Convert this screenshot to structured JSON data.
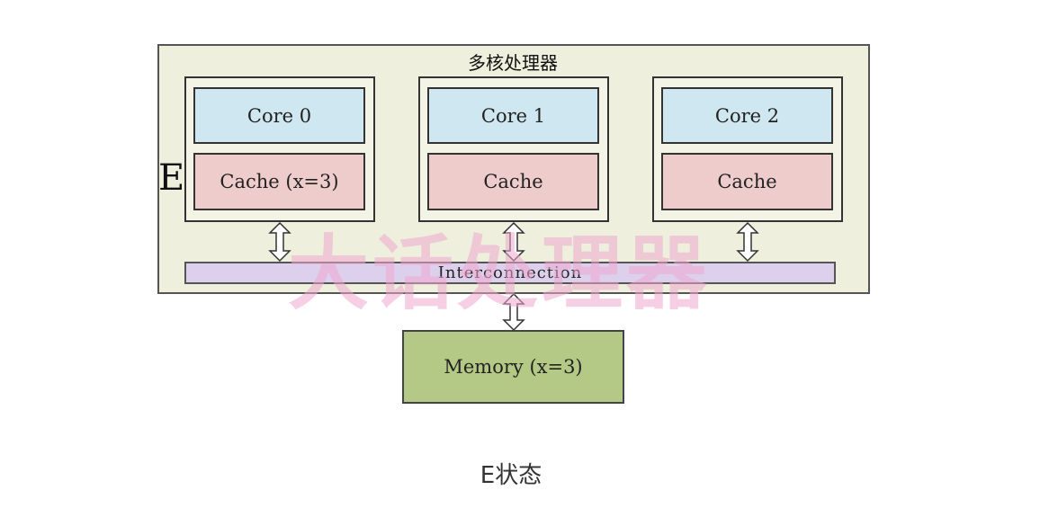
{
  "processor": {
    "title": "多核处理器"
  },
  "cores": [
    {
      "core_label": "Core 0",
      "cache_label": "Cache (x=3)"
    },
    {
      "core_label": "Core 1",
      "cache_label": "Cache"
    },
    {
      "core_label": "Core 2",
      "cache_label": "Cache"
    }
  ],
  "state_letter": "E",
  "interconnect_label": "Interconnection",
  "memory_label": "Memory (x=3)",
  "watermark": "大话处理器",
  "caption": "E状态",
  "colors": {
    "processor_bg": "#eef0dd",
    "core_bg": "#cfe7f0",
    "cache_bg": "#efcccc",
    "interconnect_bg": "#dcd0ec",
    "memory_bg": "#b4c985",
    "watermark": "#f0a8d0"
  }
}
